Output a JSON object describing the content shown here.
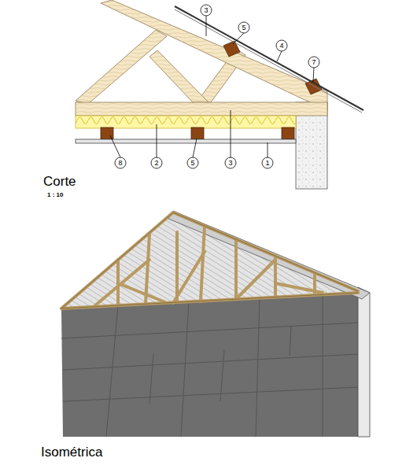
{
  "diagram": {
    "labels": [
      "3",
      "5",
      "4",
      "7",
      "8",
      "2",
      "5",
      "3",
      "1",
      "Corte",
      "1 : 10",
      "Isométrica"
    ]
  }
}
